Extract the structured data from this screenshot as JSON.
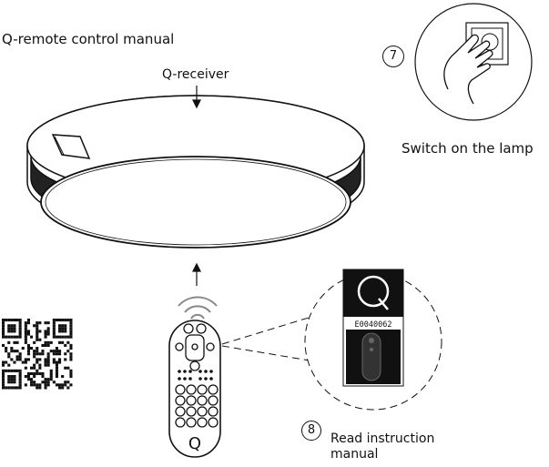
{
  "title": "Q-remote control manual",
  "receiver_label": "Q-receiver",
  "steps": [
    {
      "number": "7",
      "text": "Switch on the lamp"
    },
    {
      "number": "8",
      "text": "Read instruction manual"
    }
  ],
  "product_code": "E0040062",
  "remote_logo_letter": "Q",
  "box_logo_letter": "Q"
}
